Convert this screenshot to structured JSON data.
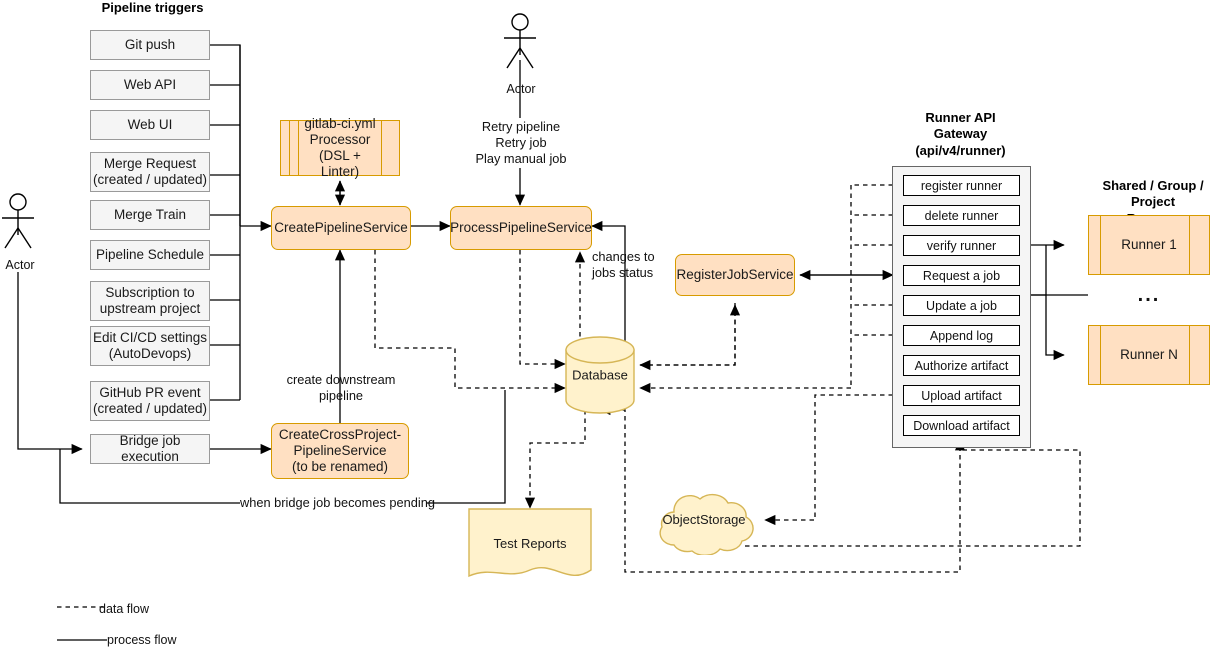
{
  "diagram": {
    "title_triggers": "Pipeline triggers",
    "title_gateway": "Runner API\nGateway\n(api/v4/runner)",
    "title_runners": "Shared / Group / Project\nRunners"
  },
  "actors": [
    {
      "name": "actor-left",
      "label": "Actor"
    },
    {
      "name": "actor-top",
      "label": "Actor"
    }
  ],
  "triggers": [
    {
      "label": "Git push"
    },
    {
      "label": "Web API"
    },
    {
      "label": "Web UI"
    },
    {
      "label": "Merge Request\n(created / updated)"
    },
    {
      "label": "Merge Train"
    },
    {
      "label": "Pipeline Schedule"
    },
    {
      "label": "Subscription to\nupstream project"
    },
    {
      "label": "Edit CI/CD settings\n(AutoDevops)"
    },
    {
      "label": "GitHub PR event\n(created / updated)"
    },
    {
      "label": "Bridge job execution"
    }
  ],
  "services": {
    "processor": "gitlab-ci.yml\nProcessor\n(DSL + Linter)",
    "create_pipeline": "CreatePipelineService",
    "process_pipeline": "ProcessPipelineService",
    "register_job": "RegisterJobService",
    "cross_project": "CreateCrossProject-\nPipelineService\n(to be renamed)"
  },
  "stores": {
    "database": "Database",
    "object_storage": "ObjectStorage",
    "test_reports": "Test Reports"
  },
  "gateway_endpoints": [
    {
      "label": "register runner"
    },
    {
      "label": "delete runner"
    },
    {
      "label": "verify runner"
    },
    {
      "label": "Request a job"
    },
    {
      "label": "Update a job"
    },
    {
      "label": "Append log"
    },
    {
      "label": "Authorize artifact"
    },
    {
      "label": "Upload artifact"
    },
    {
      "label": "Download artifact"
    }
  ],
  "runners": [
    {
      "label": "Runner 1"
    },
    {
      "label": "Runner N"
    }
  ],
  "runners_ellipsis": "...",
  "edge_labels": {
    "retry": "Retry pipeline\nRetry job\nPlay manual job",
    "changes_to_jobs_status": "changes to\njobs status",
    "create_downstream": "create downstream\npipeline",
    "bridge_pending": "when bridge job becomes pending"
  },
  "legend": [
    {
      "kind": "dashed",
      "label": "data flow"
    },
    {
      "kind": "solid",
      "label": "process flow"
    }
  ],
  "colors": {
    "accent_fill": "#ffe0c2",
    "accent_stroke": "#d79b00",
    "store_fill": "#fff2cc",
    "store_stroke": "#d6b656",
    "trigger_fill": "#f5f5f5",
    "trigger_stroke": "#9a9a9a",
    "panel_fill": "#f5f5f5",
    "panel_stroke": "#666666"
  }
}
